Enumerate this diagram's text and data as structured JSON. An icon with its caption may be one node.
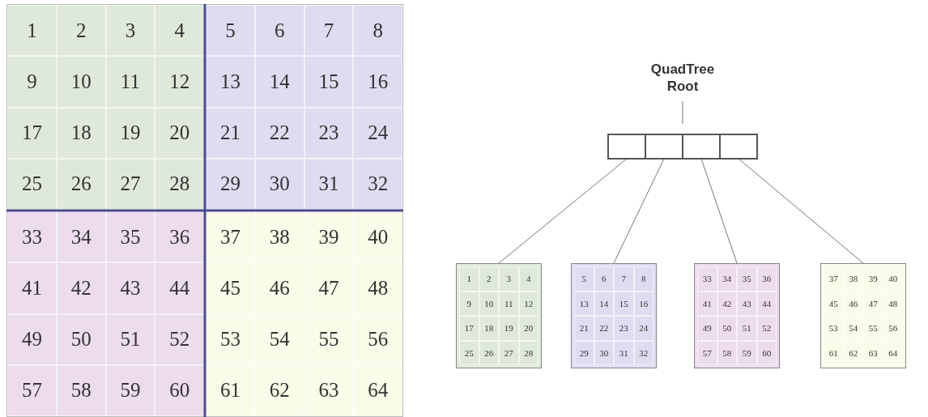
{
  "diagram": {
    "nodes": [
      {
        "text": [
          "1",
          "2",
          "3",
          "4",
          "9",
          "10",
          "11",
          "12",
          "17",
          "18",
          "19",
          "20",
          "25",
          "26",
          "27",
          "28"
        ]
      },
      {
        "text": [
          "5",
          "6",
          "7",
          "8",
          "13",
          "14",
          "15",
          "16",
          "21",
          "22",
          "23",
          "24",
          "29",
          "30",
          "31",
          "32"
        ]
      },
      {
        "text": [
          "33",
          "34",
          "35",
          "36",
          "41",
          "42",
          "43",
          "44",
          "49",
          "50",
          "51",
          "52",
          "57",
          "58",
          "59",
          "60"
        ]
      },
      {
        "text": [
          "37",
          "38",
          "39",
          "40",
          "45",
          "46",
          "47",
          "48",
          "53",
          "54",
          "55",
          "56",
          "61",
          "62",
          "63",
          "64"
        ]
      },
      {
        "text": [
          "QuadTree Root"
        ]
      },
      {
        "text": [],
        "shape": "box"
      },
      {
        "text": [],
        "shape": "box",
        "in": 5
      },
      {
        "text": [],
        "shape": "box",
        "in": 5
      },
      {
        "text": [],
        "shape": "box",
        "in": 5
      },
      {
        "text": [],
        "shape": "box",
        "in": 5
      },
      {
        "text": [
          "1",
          "2",
          "3",
          "4",
          "9",
          "10",
          "11",
          "12",
          "17",
          "18",
          "19",
          "20",
          "25",
          "26",
          "27",
          "28"
        ]
      },
      {
        "text": [
          "5",
          "6",
          "7",
          "8",
          "13",
          "14",
          "15",
          "16",
          "21",
          "22",
          "23",
          "24",
          "29",
          "30",
          "31",
          "32"
        ]
      },
      {
        "text": [
          "33",
          "34",
          "35",
          "36",
          "41",
          "42",
          "43",
          "44",
          "49",
          "50",
          "51",
          "52",
          "57",
          "58",
          "59",
          "60"
        ]
      },
      {
        "text": [
          "37",
          "38",
          "39",
          "40",
          "45",
          "46",
          "47",
          "48",
          "53",
          "54",
          "55",
          "56",
          "61",
          "62",
          "63",
          "64"
        ]
      }
    ],
    "edges": [
      {
        "from": 4,
        "to": 5,
        "arrow": "none"
      },
      {
        "from": 6,
        "to": 10,
        "arrow": "none"
      },
      {
        "from": 7,
        "to": 11,
        "arrow": "none"
      },
      {
        "from": 8,
        "to": 12,
        "arrow": "none"
      },
      {
        "from": 9,
        "to": 13,
        "arrow": "none"
      }
    ]
  }
}
